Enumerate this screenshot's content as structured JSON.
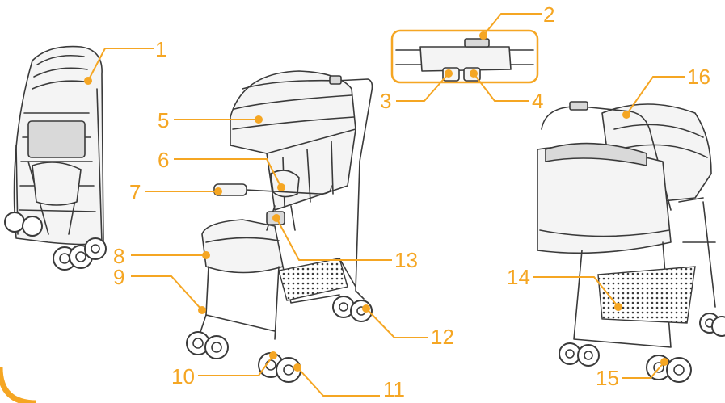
{
  "callouts": [
    {
      "id": "1",
      "label": "1"
    },
    {
      "id": "2",
      "label": "2"
    },
    {
      "id": "3",
      "label": "3"
    },
    {
      "id": "4",
      "label": "4"
    },
    {
      "id": "5",
      "label": "5"
    },
    {
      "id": "6",
      "label": "6"
    },
    {
      "id": "7",
      "label": "7"
    },
    {
      "id": "8",
      "label": "8"
    },
    {
      "id": "9",
      "label": "9"
    },
    {
      "id": "10",
      "label": "10"
    },
    {
      "id": "11",
      "label": "11"
    },
    {
      "id": "12",
      "label": "12"
    },
    {
      "id": "13",
      "label": "13"
    },
    {
      "id": "14",
      "label": "14"
    },
    {
      "id": "15",
      "label": "15"
    },
    {
      "id": "16",
      "label": "16"
    }
  ],
  "colors": {
    "accent": "#f5a623",
    "line": "#3a3a3a",
    "background": "#ffffff"
  }
}
